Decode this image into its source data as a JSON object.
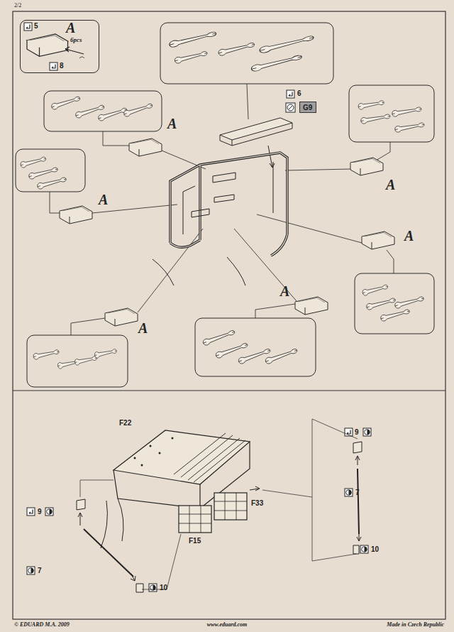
{
  "diagram": {
    "nodes": [
      {
        "text": [
          "A",
          "6pcs"
        ]
      },
      {
        "text": [
          "G9"
        ]
      }
    ],
    "labels": [
      "2/2",
      "5",
      "8",
      "6",
      "A",
      "A",
      "A",
      "A",
      "A",
      "A",
      "F22",
      "F33",
      "F15",
      "9",
      "7",
      "10",
      "9",
      "7",
      "10",
      "© EDUARD M.A. 2009",
      "www.eduard.com",
      "Made in Czech Republic"
    ]
  }
}
